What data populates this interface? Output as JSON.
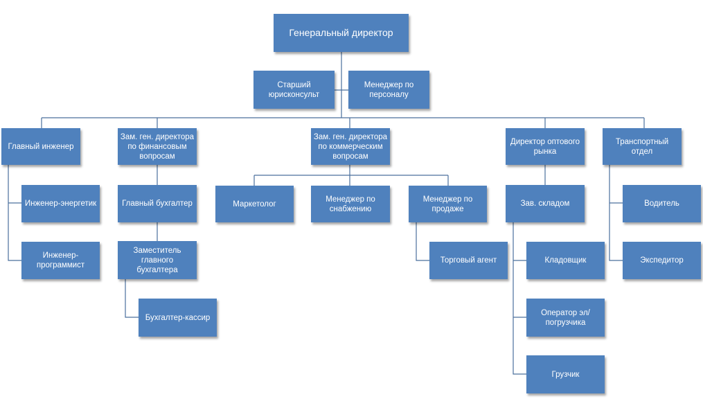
{
  "colors": {
    "box_fill": "#4f81bd",
    "box_text": "#ffffff",
    "connector": "#4a6f9c"
  },
  "nodes": {
    "ceo": "Генеральный директор",
    "senior_legal": "Старший юрисконсульт",
    "hr_manager": "Менеджер по персоналу",
    "chief_engineer": "Главный инженер",
    "deputy_finance": "Зам. ген. директора по финансовым вопросам",
    "deputy_commercial": "Зам. ген. директора по коммерческим вопросам",
    "wholesale_director": "Директор оптового рынка",
    "transport_dept": "Транспортный отдел",
    "power_engineer": "Инженер-энергетик",
    "programmer_engineer": "Инженер-программист",
    "chief_accountant": "Главный бухгалтер",
    "deputy_chief_accountant": "Заместитель главного бухгалтера",
    "accountant_cashier": "Бухгалтер-кассир",
    "marketer": "Маркетолог",
    "supply_manager": "Менеджер по снабжению",
    "sales_manager": "Менеджер по продаже",
    "sales_agent": "Торговый агент",
    "warehouse_head": "Зав. складом",
    "storekeeper": "Кладовщик",
    "forklift_operator": "Оператор эл/погрузчика",
    "loader": "Грузчик",
    "driver": "Водитель",
    "forwarder": "Экспедитор"
  }
}
